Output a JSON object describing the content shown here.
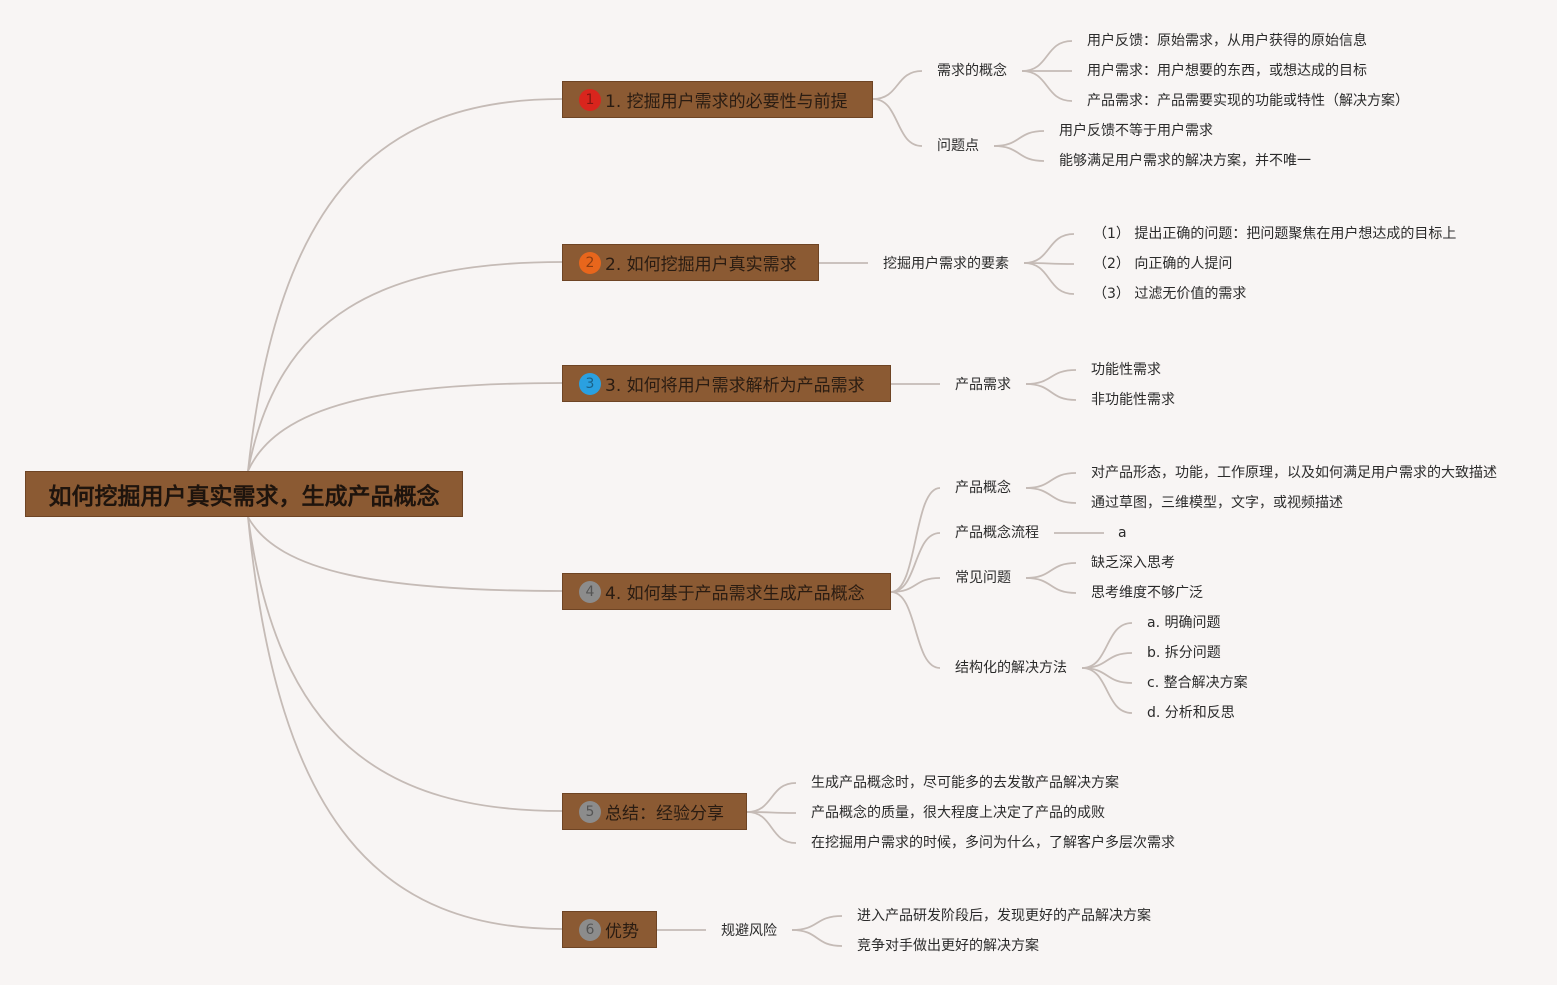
{
  "root": {
    "label": "如何挖掘用户真实需求，生成产品概念"
  },
  "topics": [
    {
      "label": "1. 挖掘用户需求的必要性与前提",
      "badge": {
        "text": "1",
        "color": "#d9251d"
      },
      "children": [
        {
          "label": "需求的概念",
          "children": [
            {
              "label": "用户反馈：原始需求，从用户获得的原始信息"
            },
            {
              "label": "用户需求：用户想要的东西，或想达成的目标"
            },
            {
              "label": "产品需求：产品需要实现的功能或特性（解决方案）"
            }
          ]
        },
        {
          "label": "问题点",
          "children": [
            {
              "label": "用户反馈不等于用户需求"
            },
            {
              "label": "能够满足用户需求的解决方案，并不唯一"
            }
          ]
        }
      ]
    },
    {
      "label": "2. 如何挖掘用户真实需求",
      "badge": {
        "text": "2",
        "color": "#e8661c"
      },
      "children": [
        {
          "label": "挖掘用户需求的要素",
          "children": [
            {
              "label": "（1）  提出正确的问题：把问题聚焦在用户想达成的目标上"
            },
            {
              "label": "（2）  向正确的人提问"
            },
            {
              "label": "（3）  过滤无价值的需求"
            }
          ]
        }
      ]
    },
    {
      "label": "3. 如何将用户需求解析为产品需求",
      "badge": {
        "text": "3",
        "color": "#2aa0e0"
      },
      "children": [
        {
          "label": "产品需求",
          "children": [
            {
              "label": "功能性需求"
            },
            {
              "label": "非功能性需求"
            }
          ]
        }
      ]
    },
    {
      "label": "4. 如何基于产品需求生成产品概念",
      "badge": {
        "text": "4",
        "color": "#8c8c8c"
      },
      "children": [
        {
          "label": "产品概念",
          "children": [
            {
              "label": "对产品形态，功能，工作原理，以及如何满足用户需求的大致描述"
            },
            {
              "label": "通过草图，三维模型，文字，或视频描述"
            }
          ]
        },
        {
          "label": "产品概念流程",
          "children": [
            {
              "label": "a"
            }
          ]
        },
        {
          "label": "常见问题",
          "children": [
            {
              "label": "缺乏深入思考"
            },
            {
              "label": "思考维度不够广泛"
            }
          ]
        },
        {
          "label": "结构化的解决方法",
          "children": [
            {
              "label": "a. 明确问题"
            },
            {
              "label": "b. 拆分问题"
            },
            {
              "label": "c. 整合解决方案"
            },
            {
              "label": "d. 分析和反思"
            }
          ]
        }
      ]
    },
    {
      "label": "总结：经验分享",
      "badge": {
        "text": "5",
        "color": "#8c8c8c"
      },
      "children": [
        {
          "label": "生成产品概念时，尽可能多的去发散产品解决方案"
        },
        {
          "label": "产品概念的质量，很大程度上决定了产品的成败"
        },
        {
          "label": "在挖掘用户需求的时候，多问为什么，了解客户多层次需求"
        }
      ]
    },
    {
      "label": "优势",
      "badge": {
        "text": "6",
        "color": "#8c8c8c"
      },
      "children": [
        {
          "label": "规避风险",
          "children": [
            {
              "label": "进入产品研发阶段后，发现更好的产品解决方案"
            },
            {
              "label": "竞争对手做出更好的解决方案"
            }
          ]
        }
      ]
    }
  ]
}
